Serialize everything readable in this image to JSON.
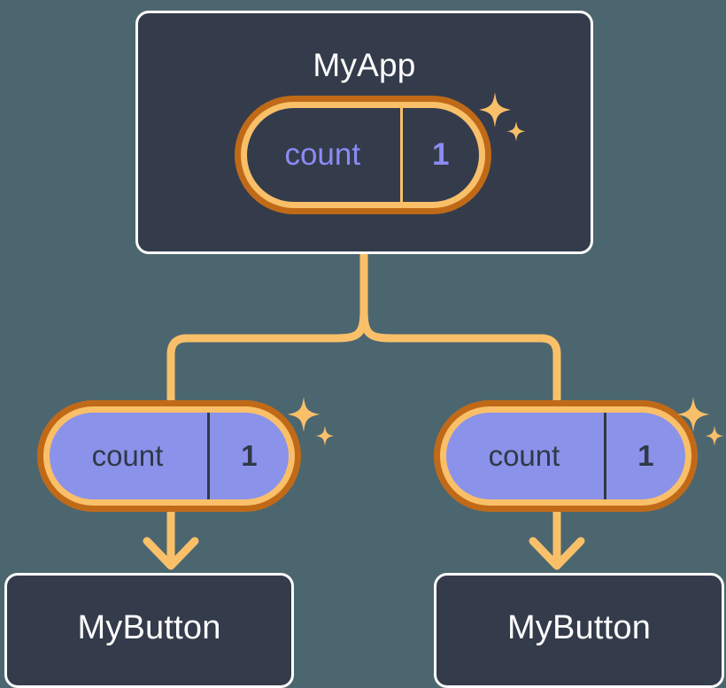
{
  "diagram": {
    "title": "MyApp component state propagation",
    "background_color": "#4c666f",
    "palette": {
      "box_fill": "#343c4b",
      "box_border": "#ffffff",
      "ring_outer": "#c06a18",
      "ring_inner": "#f9c069",
      "wire": "#f9c069",
      "state_purple": "#8b92ea",
      "text_purple": "#8b8bf5",
      "text_dark": "#2f3947",
      "text_light": "#ffffff"
    }
  },
  "nodes": {
    "root": {
      "label": "MyApp",
      "state": {
        "key": "count",
        "value": "1",
        "variant": "dark"
      },
      "sparkle": "sparkle-icon"
    },
    "children": [
      {
        "label": "MyButton",
        "state": {
          "key": "count",
          "value": "1",
          "variant": "purple"
        },
        "sparkle": "sparkle-icon"
      },
      {
        "label": "MyButton",
        "state": {
          "key": "count",
          "value": "1",
          "variant": "purple"
        },
        "sparkle": "sparkle-icon"
      }
    ]
  },
  "connectors": {
    "split_wire": "branching-wire",
    "arrow_left": "arrow-down-icon",
    "arrow_right": "arrow-down-icon"
  }
}
